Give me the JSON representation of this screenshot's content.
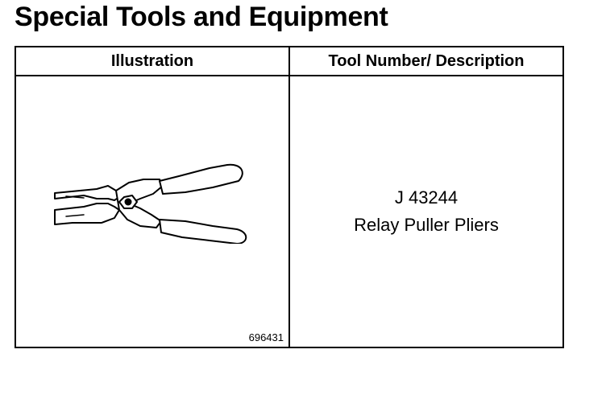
{
  "page": {
    "title": "Special Tools and Equipment"
  },
  "table": {
    "headers": {
      "illustration": "Illustration",
      "description": "Tool Number/ Description"
    },
    "rows": [
      {
        "figure_number": "696431",
        "icon": "relay-puller-pliers-icon",
        "tool_number": "J 43244",
        "description": "Relay Puller Pliers"
      }
    ]
  }
}
